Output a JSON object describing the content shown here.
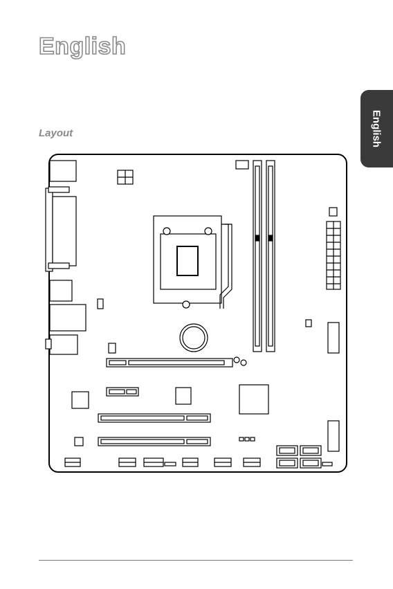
{
  "page": {
    "title": "English",
    "section_heading": "Layout",
    "side_tab_label": "English"
  },
  "colors": {
    "heading_gray": "#8a8a8a",
    "tab_dark": "#3a3a3a"
  }
}
